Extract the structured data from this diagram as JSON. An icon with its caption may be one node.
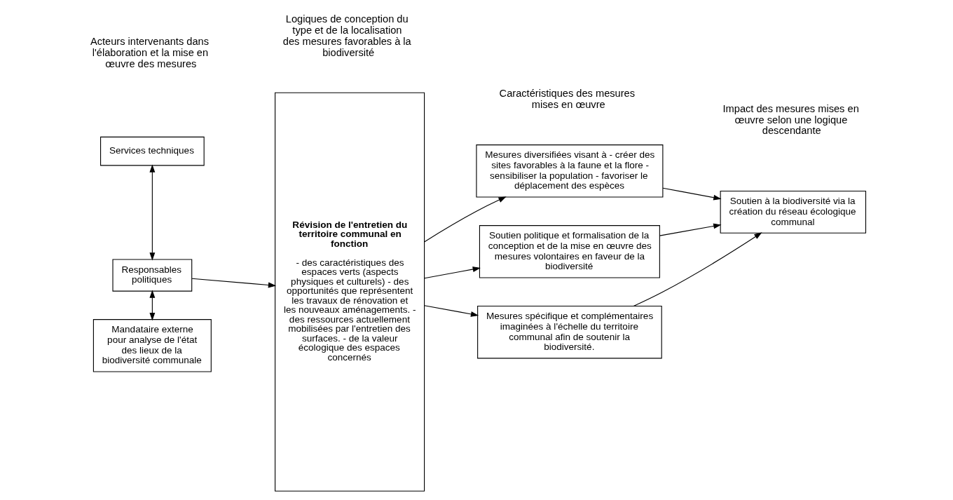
{
  "diagram": {
    "nodes": [
      {
        "text": [
          "Services techniques"
        ]
      },
      {
        "text": [
          "Responsables politiques"
        ]
      },
      {
        "text": [
          "Mandataire externe pour analyse de l'état des lieux de la biodiversité communale"
        ]
      },
      {
        "text": [
          "Révision de l'entretien du territoire communal en fonction",
          "- des caractéristiques des espaces verts (aspects physiques et culturels) - des opportunités que représentent les travaux de rénovation et les nouveaux aménagements. - des ressources actuellement mobilisées par l'entretien des surfaces. - de la valeur écologique des espaces concernés"
        ]
      },
      {
        "text": [
          "Mesures spécifique et complémentaires imaginées à l'échelle du territoire communal afin de soutenir la biodiversité."
        ]
      },
      {
        "text": [
          "Mesures diversifiées visant à - créer des sites favorables à la faune et la flore - sensibiliser la population - favoriser le déplacement des espèces"
        ]
      },
      {
        "text": [
          "Soutien politique et formalisation de la conception et de la mise en œuvre des mesures volontaires en faveur de la biodiversité"
        ]
      },
      {
        "text": [
          "Soutien à la biodiversité via la création du réseau écologique communal"
        ]
      }
    ],
    "edges": [
      {
        "from": 0,
        "to": 1,
        "arrow": "both"
      },
      {
        "from": 1,
        "to": 2,
        "arrow": "both"
      },
      {
        "from": 1,
        "to": 3,
        "arrow": "to"
      },
      {
        "from": 3,
        "to": 4,
        "arrow": "to"
      },
      {
        "from": 3,
        "to": 5,
        "arrow": "to"
      },
      {
        "from": 3,
        "to": 6,
        "arrow": "to"
      },
      {
        "from": 4,
        "to": 7,
        "arrow": "to"
      },
      {
        "from": 5,
        "to": 7,
        "arrow": "to"
      },
      {
        "from": 6,
        "to": 7,
        "arrow": "to"
      }
    ],
    "labels": [
      "Acteurs intervenants dans l'élaboration et la mise en œuvre des mesures",
      "Logiques de conception du type et de la localisation des mesures favorables à la biodiversité",
      "Caractéristiques des mesures mises en œuvre",
      "Impact des mesures mises en œuvre selon une logique descendante"
    ]
  }
}
